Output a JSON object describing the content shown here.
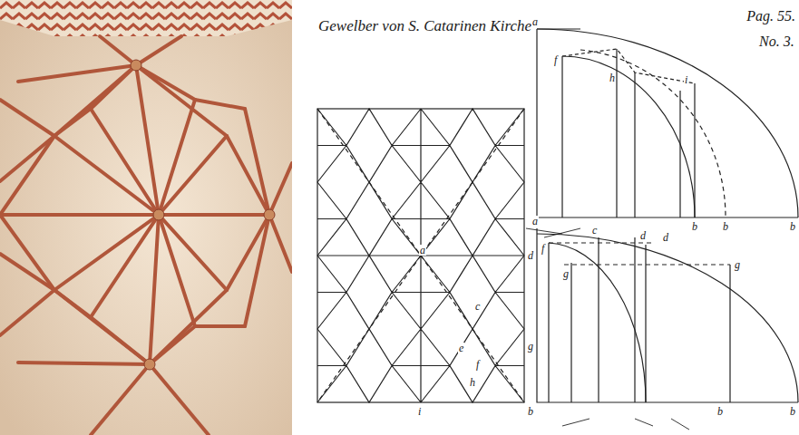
{
  "diagram": {
    "title": "Gewelber von S. Catarinen Kirche",
    "labels": [
      "Pag. 55.",
      "No. 3.",
      "a",
      "d",
      "c",
      "e",
      "g",
      "f",
      "h",
      "i",
      "b",
      "a",
      "f",
      "h",
      "i",
      "b",
      "b",
      "b",
      "a",
      "f",
      "c",
      "d",
      "d",
      "g",
      "g",
      "b",
      "b"
    ]
  }
}
